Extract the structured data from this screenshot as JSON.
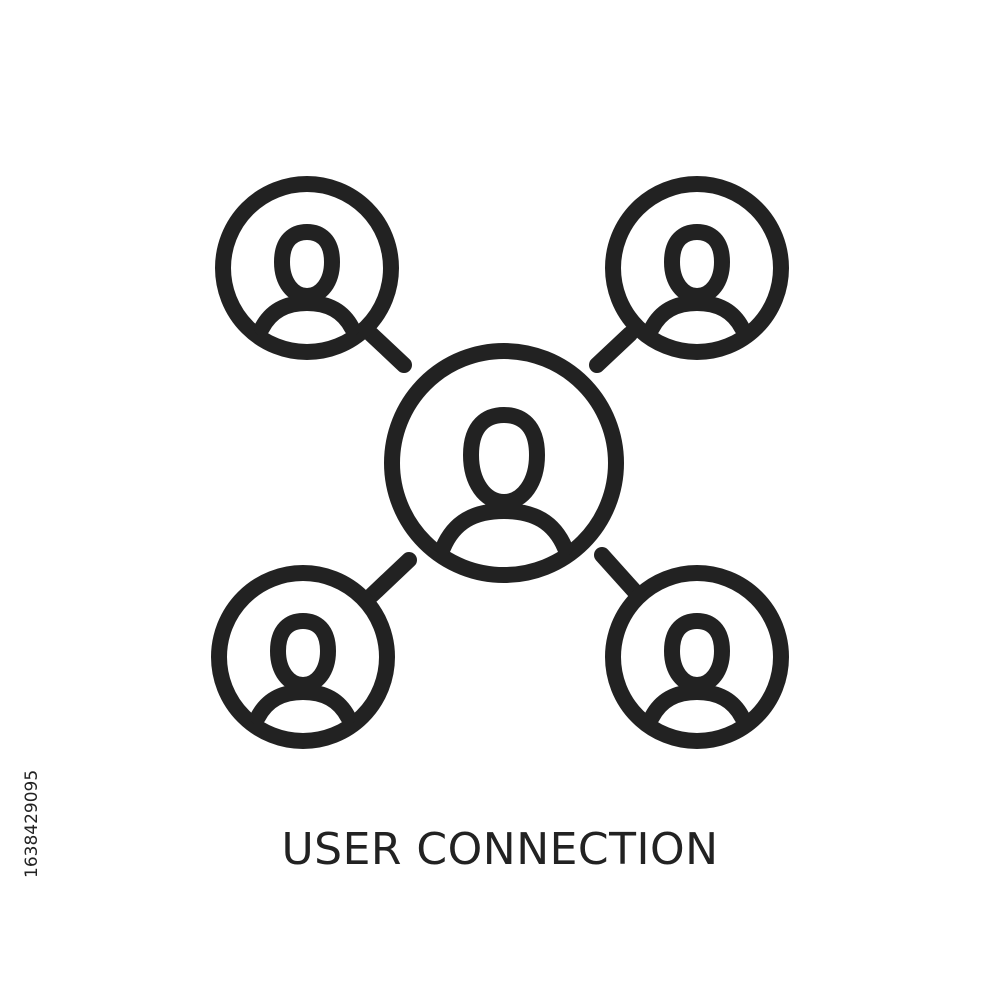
{
  "caption": "USER CONNECTION",
  "stock_id": "1638429095",
  "colors": {
    "stroke": "#222222",
    "background": "#ffffff"
  },
  "icon": {
    "name": "user-connection-icon",
    "nodes": [
      {
        "id": "center",
        "role": "hub"
      },
      {
        "id": "top-left",
        "role": "peer"
      },
      {
        "id": "top-right",
        "role": "peer"
      },
      {
        "id": "bottom-left",
        "role": "peer"
      },
      {
        "id": "bottom-right",
        "role": "peer"
      }
    ]
  }
}
